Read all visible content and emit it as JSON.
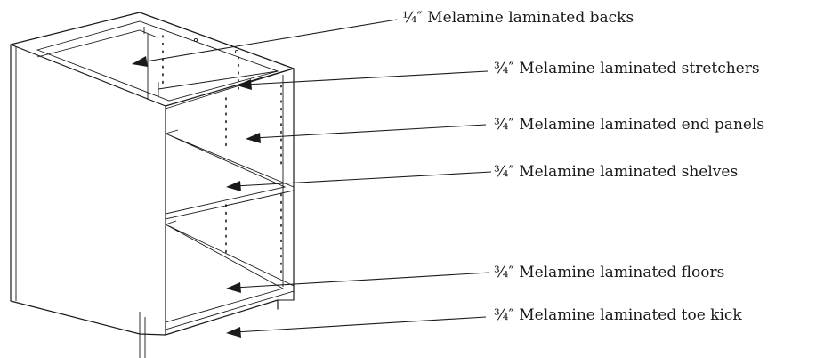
{
  "callouts": [
    {
      "text": "¼″ Melamine laminated backs"
    },
    {
      "text": "¾″ Melamine laminated stretchers"
    },
    {
      "text": "¾″ Melamine laminated end panels"
    },
    {
      "text": "¾″ Melamine laminated shelves"
    },
    {
      "text": "¾″ Melamine laminated floors"
    },
    {
      "text": "¾″ Melamine laminated toe kick"
    }
  ]
}
